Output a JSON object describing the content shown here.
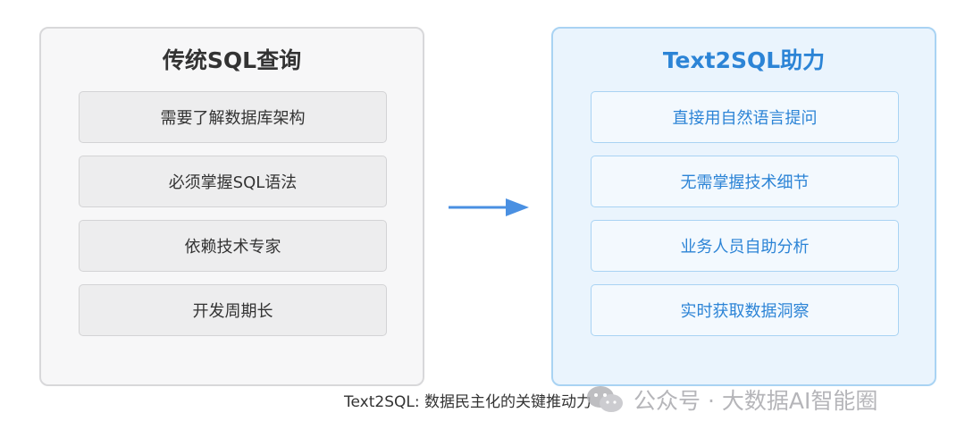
{
  "left_panel": {
    "title": "传统SQL查询",
    "items": [
      "需要了解数据库架构",
      "必须掌握SQL语法",
      "依赖技术专家",
      "开发周期长"
    ]
  },
  "right_panel": {
    "title": "Text2SQL助力",
    "items": [
      "直接用自然语言提问",
      "无需掌握技术细节",
      "业务人员自助分析",
      "实时获取数据洞察"
    ]
  },
  "caption": "Text2SQL: 数据民主化的关键推动力",
  "watermark": "公众号 · 大数据AI智能圈",
  "colors": {
    "accent": "#2c84d6",
    "arrow": "#4a90e2",
    "left_panel_bg": "#f7f7f8",
    "right_panel_bg": "#eaf4fd"
  }
}
